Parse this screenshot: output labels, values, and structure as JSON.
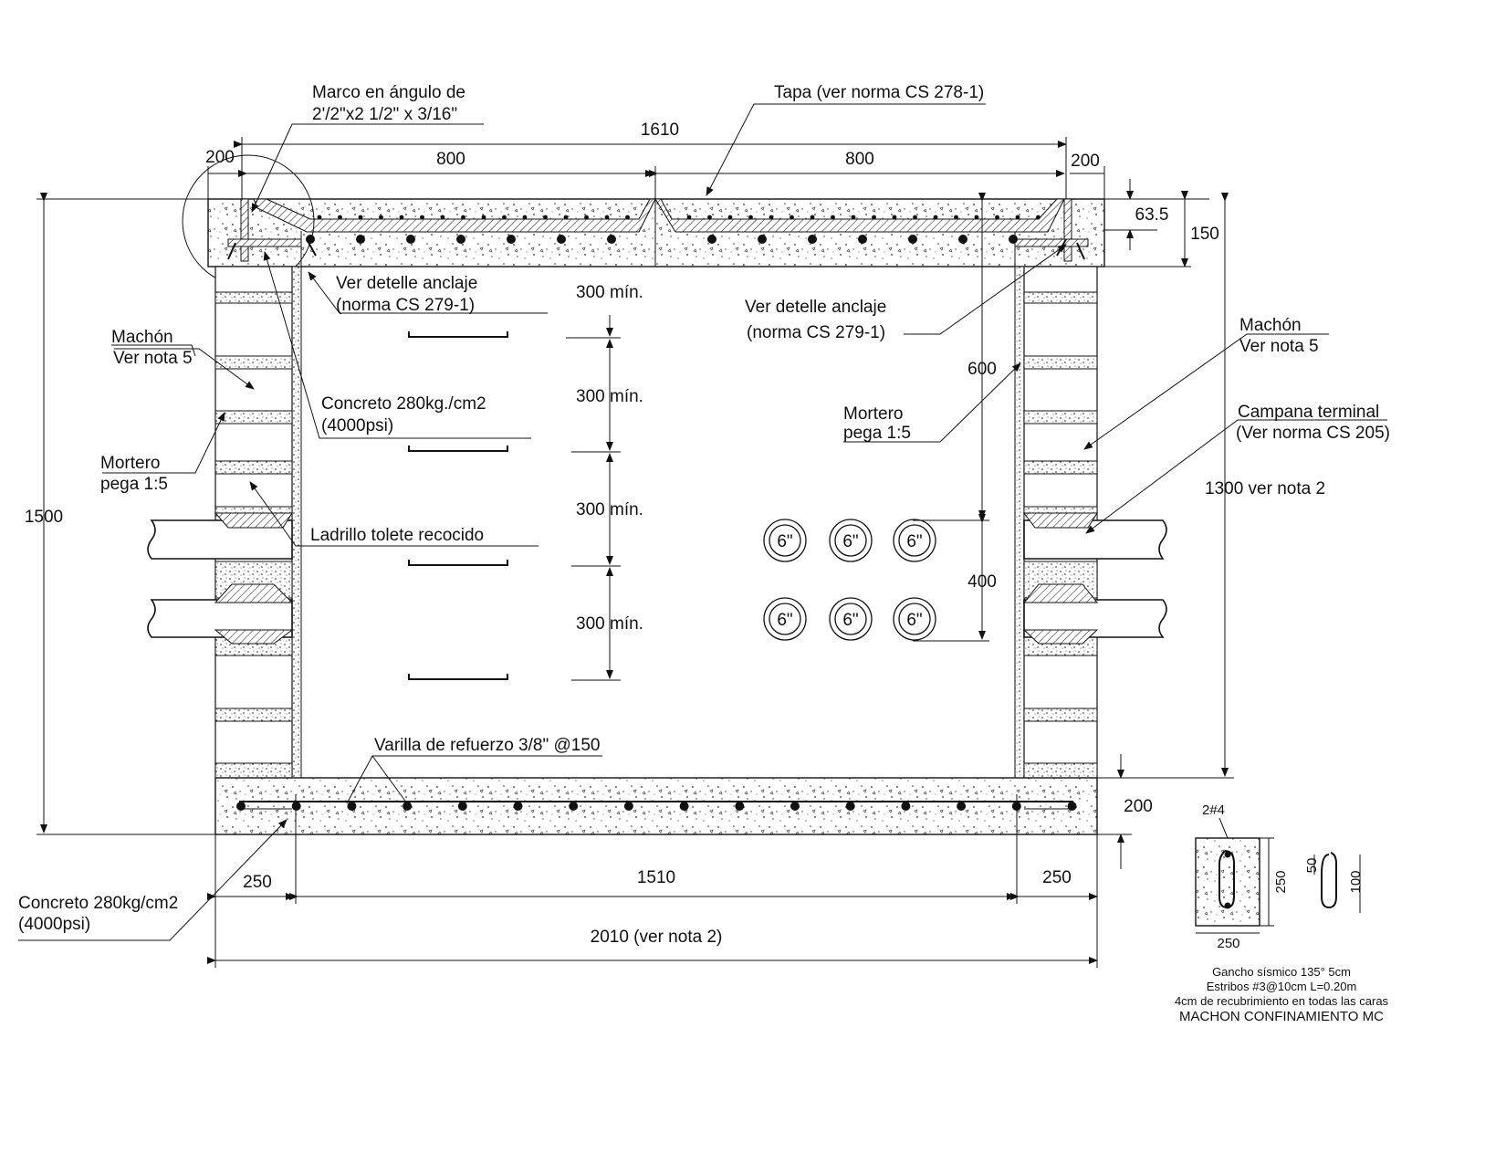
{
  "labels": {
    "marco": [
      "Marco en ángulo de",
      "2'/2\"x2 1/2\" x 3/16\""
    ],
    "tapa": "Tapa (ver norma CS 278-1)",
    "anclaje_left": [
      "Ver detelle anclaje",
      "(norma CS 279-1)"
    ],
    "anclaje_right": [
      "Ver detelle anclaje",
      "(norma CS 279-1)"
    ],
    "machon_left": [
      "Machón",
      "Ver nota 5"
    ],
    "machon_right": [
      "Machón",
      "Ver nota 5"
    ],
    "concreto_mid": [
      "Concreto 280kg./cm2",
      "(4000psi)"
    ],
    "mortero_left": [
      "Mortero",
      "pega 1:5"
    ],
    "mortero_right": [
      "Mortero",
      "pega 1:5"
    ],
    "ladrillo": "Ladrillo tolete recocido",
    "campana": [
      "Campana terminal",
      "(Ver norma CS 205)"
    ],
    "varilla": "Varilla de refuerzo 3/8\" @150",
    "concreto_base": [
      "Concreto 280kg/cm2",
      "(4000psi)"
    ],
    "nota2": "1300   ver nota 2"
  },
  "dimensions": {
    "d1610": "1610",
    "d800a": "800",
    "d800b": "800",
    "d200tl": "200",
    "d200tr": "200",
    "d63": "63.5",
    "d150": "150",
    "d1500": "1500",
    "d600": "600",
    "d400": "400",
    "d200b": "200",
    "d250l": "250",
    "d1510": "1510",
    "d250r": "250",
    "d2010": "2010 (ver nota 2)",
    "steps": [
      "300 mín.",
      "300 mín.",
      "300 mín.",
      "300 mín."
    ]
  },
  "pipes": [
    "6\"",
    "6\"",
    "6\"",
    "6\"",
    "6\"",
    "6\""
  ],
  "detail": {
    "rebar": "2#4",
    "side": "250",
    "bottom": "250",
    "hook_short": "50",
    "hook_long": "100",
    "notes": [
      "Gancho sísmico 135° 5cm",
      "Estribos #3@10cm L=0.20m",
      "4cm de recubrimiento en todas las caras",
      "MACHON CONFINAMIENTO MC"
    ]
  }
}
